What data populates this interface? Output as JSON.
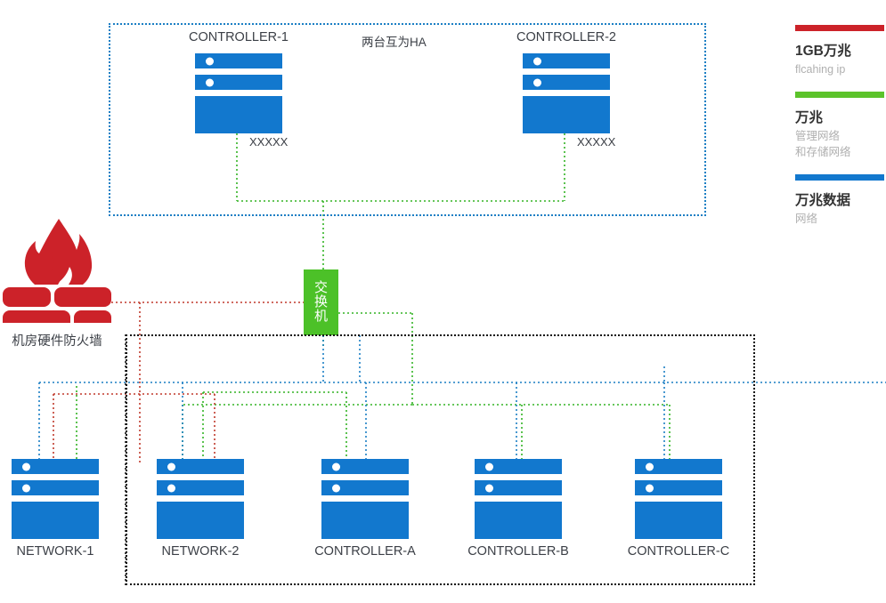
{
  "diagram": {
    "title_note": "两台互为HA",
    "top_zone": {
      "name": "controller-ha-zone",
      "nodes": [
        {
          "label": "CONTROLLER-1",
          "side_label": "XXXXX"
        },
        {
          "label": "CONTROLLER-2",
          "side_label": "XXXXX"
        }
      ]
    },
    "switch": {
      "label": "交换机",
      "chars": [
        "交",
        "换",
        "机"
      ],
      "color": "#4cc128"
    },
    "firewall": {
      "label": "机房硬件防火墙",
      "icon": "firewall-flame-brick-icon",
      "color": "#cc2229"
    },
    "bottom_zone": {
      "name": "compute-node-zone",
      "nodes": [
        {
          "label": "NETWORK-1"
        },
        {
          "label": "NETWORK-2"
        },
        {
          "label": "CONTROLLER-A"
        },
        {
          "label": "CONTROLLER-B"
        },
        {
          "label": "CONTROLLER-C"
        }
      ]
    },
    "legend": {
      "items": [
        {
          "color": "#cc2229",
          "title": "1GB万兆",
          "sub1": "flcahing ip",
          "sub2": ""
        },
        {
          "color": "#5cc32b",
          "title": "万兆",
          "sub1": "管理网络",
          "sub2": "和存储网络"
        },
        {
          "color": "#1278ce",
          "title": "万兆数据",
          "sub1": "网络",
          "sub2": ""
        }
      ]
    },
    "link_colors": {
      "management_storage": "#33b425",
      "data_network": "#1b7fc4",
      "firewall_link": "#c0392b",
      "zone_border_bottom": "#111111",
      "zone_border_top": "#1b7fc4"
    }
  }
}
